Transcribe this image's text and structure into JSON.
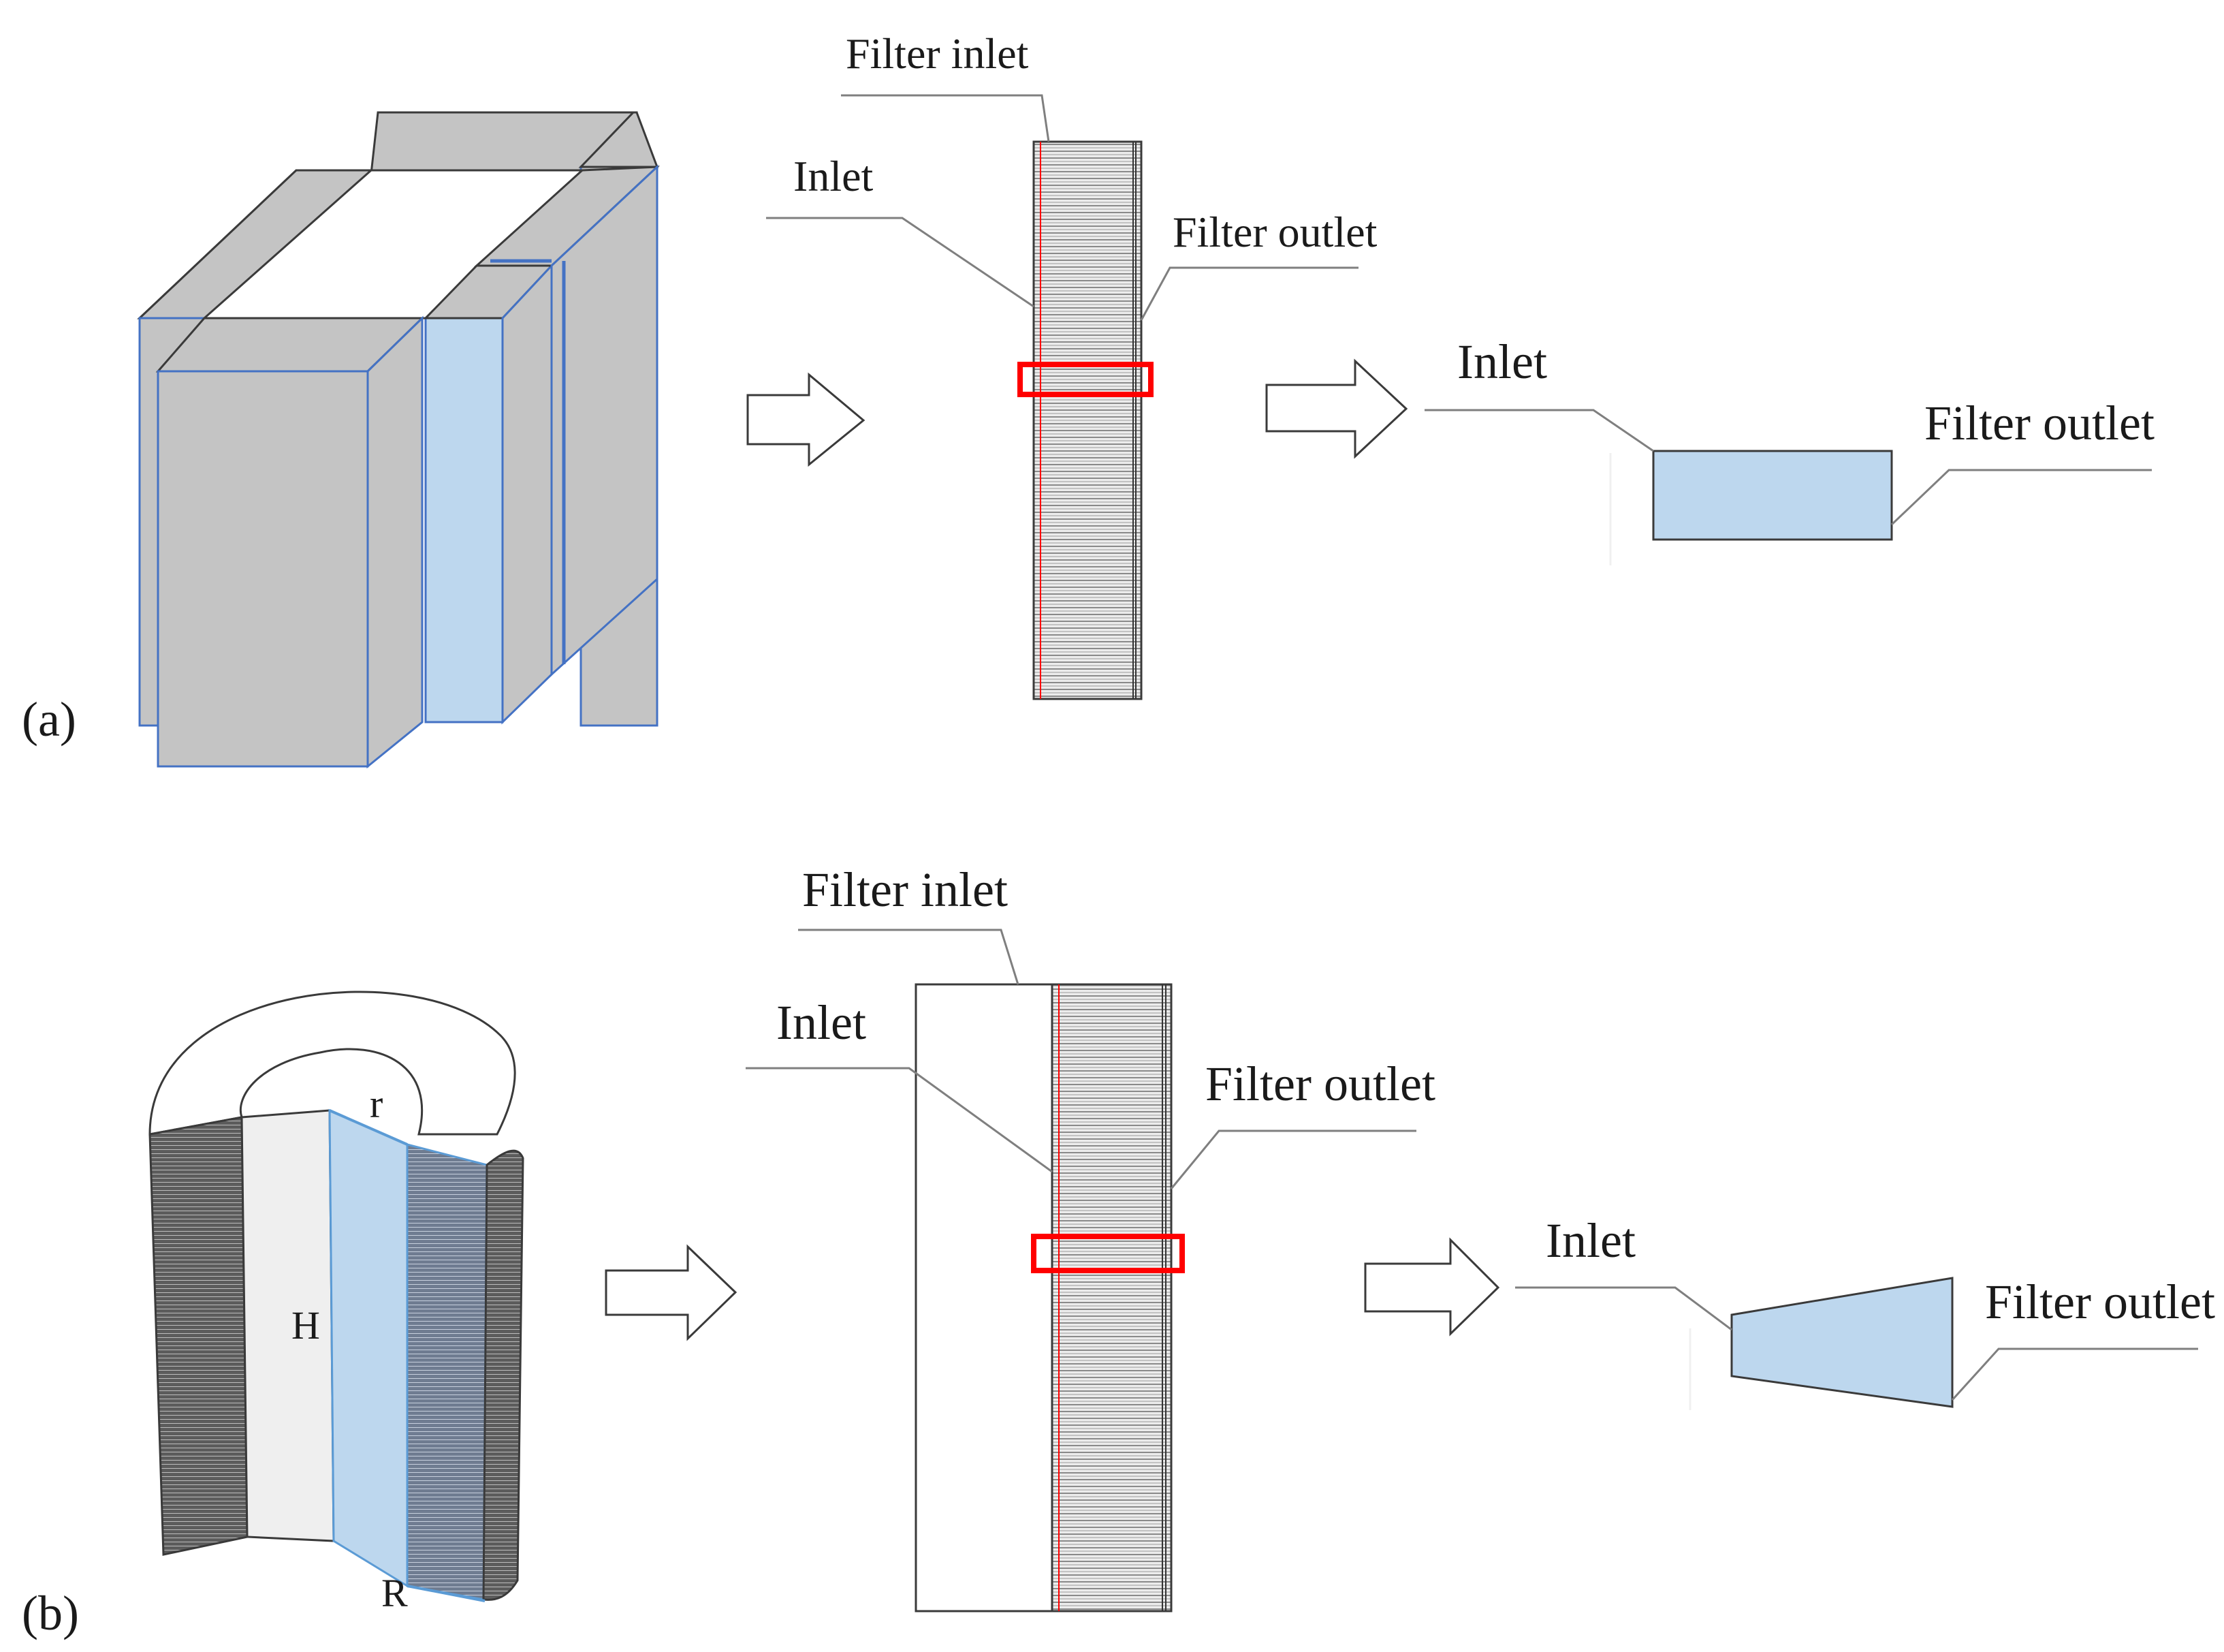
{
  "panel_a": {
    "tag": "(a)",
    "strip": {
      "label_filter_inlet": "Filter inlet",
      "label_inlet": "Inlet",
      "label_filter_outlet": "Filter outlet"
    },
    "element": {
      "label_inlet": "Inlet",
      "label_filter_outlet": "Filter outlet"
    }
  },
  "panel_b": {
    "tag": "(b)",
    "cylinder": {
      "label_r": "r",
      "label_H": "H",
      "label_R": "R"
    },
    "strip": {
      "label_filter_inlet": "Filter inlet",
      "label_inlet": "Inlet",
      "label_filter_outlet": "Filter outlet"
    },
    "element": {
      "label_inlet": "Inlet",
      "label_filter_outlet": "Filter outlet"
    }
  },
  "colors": {
    "box_face": "#c4c4c4",
    "highlight_blue": "#bdd7ee",
    "edge_blue": "#4472c4",
    "red_marker": "#ff0000",
    "cyl_inner_face": "#efefef"
  }
}
